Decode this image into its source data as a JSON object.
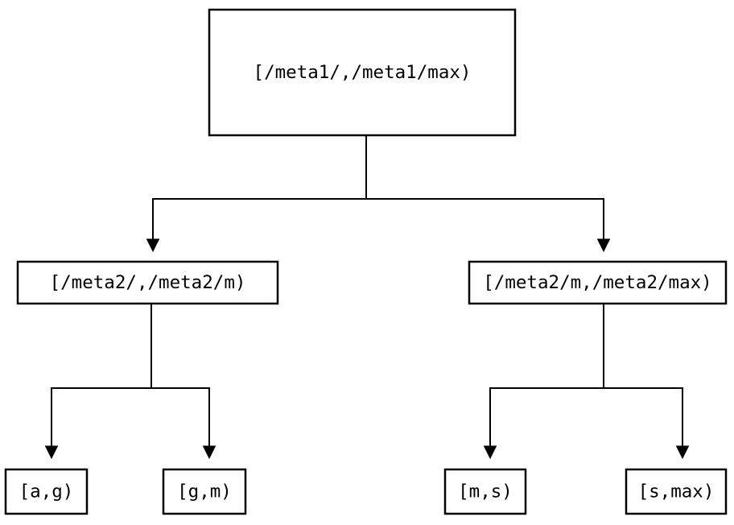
{
  "diagram": {
    "type": "interval-partition-tree",
    "background_color": "#ffffff",
    "line_color": "#000000",
    "box_fill_color": "#ffffff",
    "box_border_color": "#000000",
    "nodes": [
      {
        "id": "root",
        "level": 1,
        "label": "[/meta1/,/meta1/max)"
      },
      {
        "id": "meta2-left",
        "level": 2,
        "label": "[/meta2/,/meta2/m)"
      },
      {
        "id": "meta2-right",
        "level": 2,
        "label": "[/meta2/m,/meta2/max)"
      },
      {
        "id": "leaf-ag",
        "level": 3,
        "label": "[a,g)"
      },
      {
        "id": "leaf-gm",
        "level": 3,
        "label": "[g,m)"
      },
      {
        "id": "leaf-ms",
        "level": 3,
        "label": "[m,s)"
      },
      {
        "id": "leaf-smax",
        "level": 3,
        "label": "[s,max)"
      }
    ],
    "edges": [
      {
        "from": "root",
        "to": "meta2-left"
      },
      {
        "from": "root",
        "to": "meta2-right"
      },
      {
        "from": "meta2-left",
        "to": "leaf-ag"
      },
      {
        "from": "meta2-left",
        "to": "leaf-gm"
      },
      {
        "from": "meta2-right",
        "to": "leaf-ms"
      },
      {
        "from": "meta2-right",
        "to": "leaf-smax"
      }
    ]
  }
}
